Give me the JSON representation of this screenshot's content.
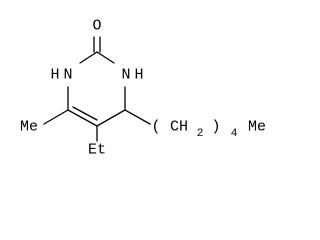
{
  "molecule": {
    "atoms": {
      "oxygen": "O",
      "n1": "N",
      "n1_h": "H",
      "n3": "N",
      "n3_h": "H",
      "methyl": "Me",
      "ethyl": "Et",
      "open_paren": "(",
      "chain_group": "CH",
      "chain_sub_2": "2",
      "close_paren": ")",
      "repeat_count": "4",
      "terminal_methyl": "Me"
    }
  }
}
